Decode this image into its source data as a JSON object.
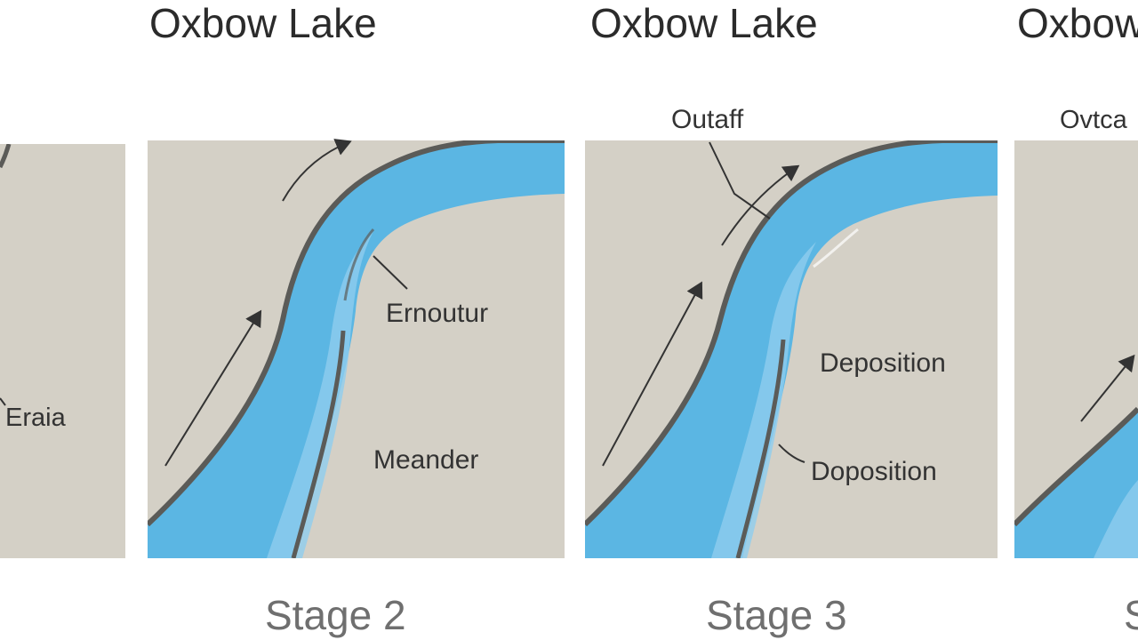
{
  "panels": [
    {
      "title": "",
      "stage": "",
      "labels": {
        "a": "Eraia"
      }
    },
    {
      "title": "Oxbow Lake",
      "stage": "Stage 2",
      "labels": {
        "a": "Ernoutur",
        "b": "Meander"
      }
    },
    {
      "title": "Oxbow Lake",
      "stage": "Stage 3",
      "labels": {
        "a": "Outaff",
        "b": "Deposition",
        "c": "Doposition"
      }
    },
    {
      "title": "Oxbow",
      "stage": "S",
      "labels": {
        "a": "Ovtca"
      }
    }
  ],
  "colors": {
    "land": "#d4d0c6",
    "water": "#5bb6e3",
    "water_light": "#8fcdee",
    "bank": "#5b5b58",
    "background": "#ffffff"
  }
}
